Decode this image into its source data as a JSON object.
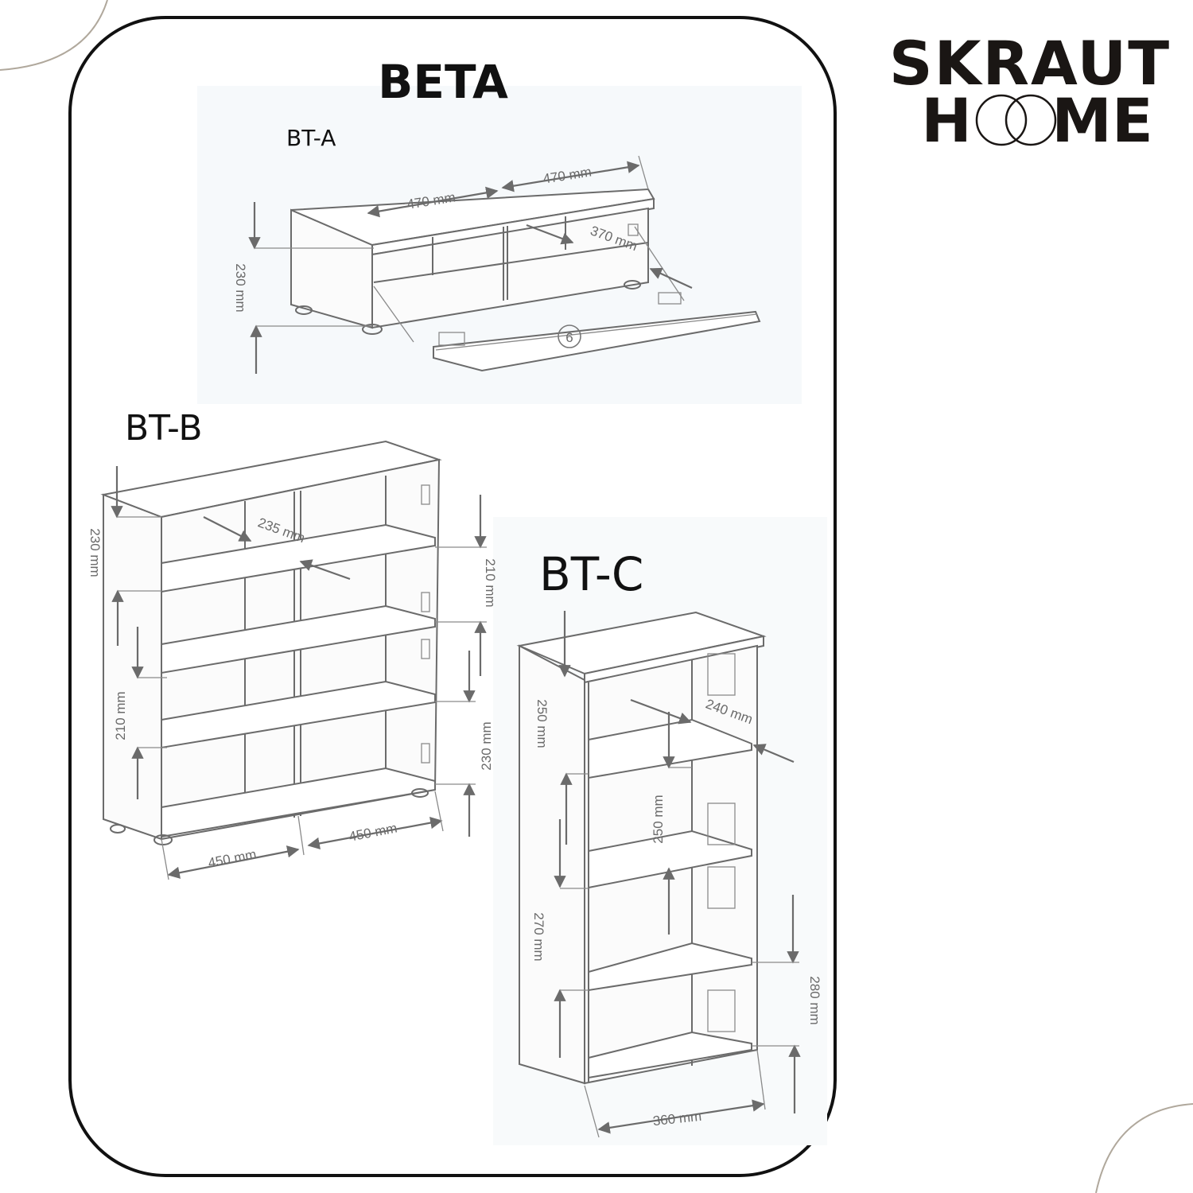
{
  "brand": {
    "line1": "SKRAUT",
    "line2_left": "H",
    "line2_right": "ME"
  },
  "diagram": {
    "title": "BETA",
    "bt_a": {
      "label": "BT-A",
      "dims": {
        "width_left": "470 mm",
        "width_right": "470 mm",
        "depth": "370 mm",
        "height": "230 mm"
      },
      "part_number": "6"
    },
    "bt_b": {
      "label": "BT-B",
      "dims": {
        "top_height": "230 mm",
        "depth": "235 mm",
        "right_top": "210 mm",
        "left_mid": "210 mm",
        "right_bottom": "230 mm",
        "width_left": "450 mm",
        "width_right": "450 mm"
      }
    },
    "bt_c": {
      "label": "BT-C",
      "dims": {
        "top": "250 mm",
        "depth": "240 mm",
        "mid": "250 mm",
        "lower": "270 mm",
        "bottom": "280 mm",
        "width": "360 mm"
      }
    }
  }
}
